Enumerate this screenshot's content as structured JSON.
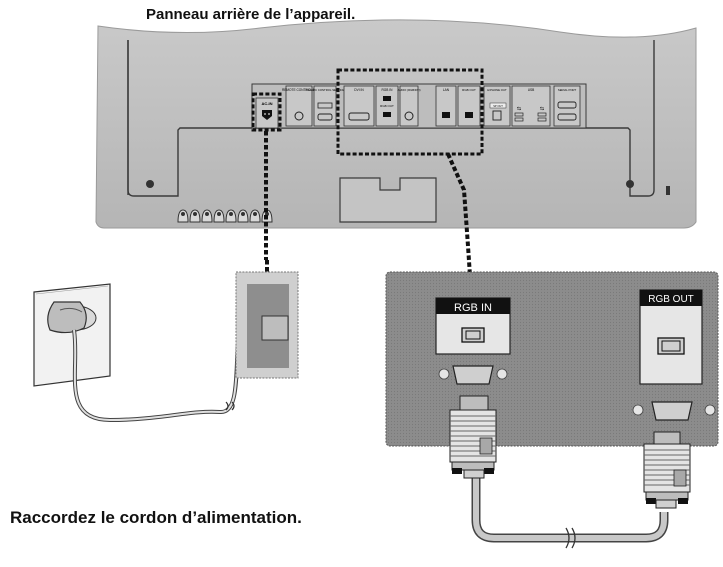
{
  "captions": {
    "rear_panel": "Panneau arrière de l’appareil.",
    "instruction": "Raccordez le cordon d’alimentation."
  },
  "port_labels": {
    "ac_in": "AC-IN",
    "remote_control_in": "REMOTE CONTROL IN",
    "rs232c_control_service": "RS-232C CONTROL SERVICE",
    "dvi_in": "DVI IN",
    "rgb_in": "RGB IN",
    "rgb_out": "RGB OUT",
    "audio_in": "AUDIO (RGB/DVI)",
    "lan": "LAN",
    "headphone_out": "H/PHONE OUT",
    "sp_out": "SP OUT",
    "usb": "USB",
    "serial_port": "SERIAL PORT"
  },
  "zoom_labels": {
    "rgb_in": "RGB IN",
    "rgb_out": "RGB OUT"
  },
  "colors": {
    "panel_light": "#d4d4d4",
    "panel_mid": "#b8b8b8",
    "panel_dark": "#8f8f8f",
    "outline": "#3a3a3a",
    "dotted": "#111111",
    "cable": "#c8c8c8",
    "label_bg": "#1a1a1a"
  }
}
